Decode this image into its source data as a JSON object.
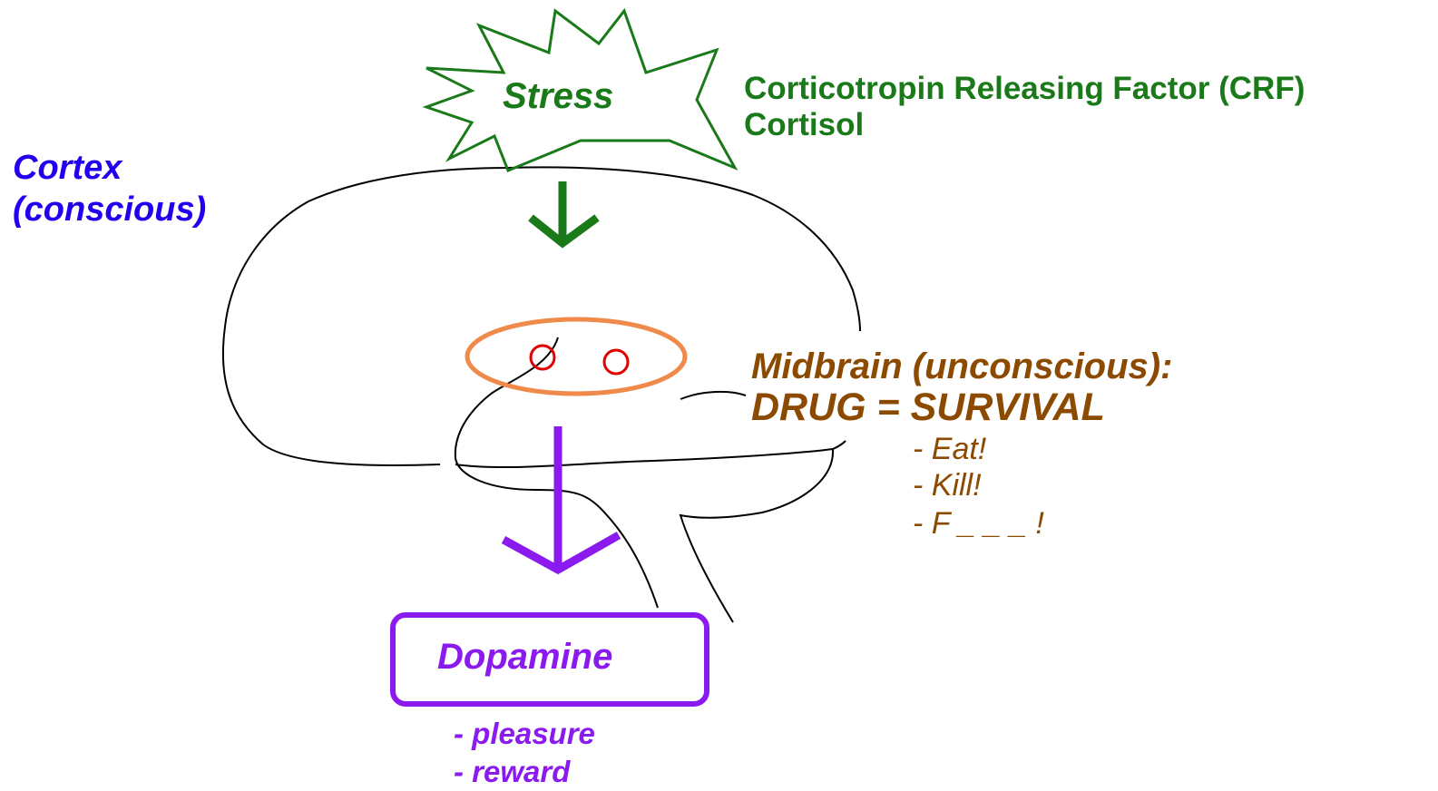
{
  "stress": {
    "label": "Stress",
    "hormones": [
      "Corticotropin Releasing Factor (CRF)",
      "Cortisol"
    ]
  },
  "cortex": {
    "label_line1": "Cortex",
    "label_line2": "(conscious)"
  },
  "midbrain": {
    "label_line1": "Midbrain (unconscious):",
    "label_line2": "DRUG = SURVIVAL",
    "drives": [
      "- Eat!",
      "- Kill!",
      "- F _ _ _ !"
    ]
  },
  "dopamine": {
    "label": "Dopamine",
    "effects": [
      "- pleasure",
      "- reward"
    ]
  },
  "colors": {
    "stress": "#1a7a1a",
    "cortex": "#2200ee",
    "midbrain": "#8b4a00",
    "dopamine": "#8a1aee",
    "midbrain_oval": "#f08a4b",
    "hotspot": "#e00000",
    "outline": "#000000"
  }
}
